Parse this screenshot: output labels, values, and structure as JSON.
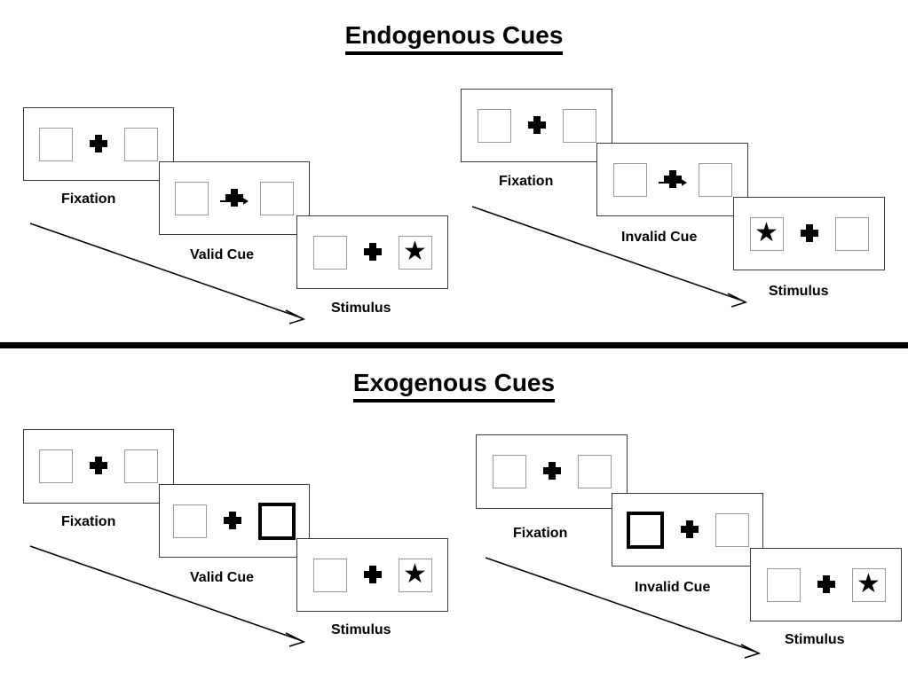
{
  "sections": [
    {
      "id": "endogenous",
      "title": "Endogenous Cues",
      "columns": [
        {
          "id": "endogenous-valid",
          "panels": [
            {
              "stage_label": "Fixation",
              "left_content": "empty",
              "right_content": "empty",
              "cue": "none",
              "cue_box": "none"
            },
            {
              "stage_label": "Valid Cue",
              "left_content": "empty",
              "right_content": "empty",
              "cue": "arrow-right",
              "cue_box": "none"
            },
            {
              "stage_label": "Stimulus",
              "left_content": "empty",
              "right_content": "star",
              "cue": "none",
              "cue_box": "none"
            }
          ]
        },
        {
          "id": "endogenous-invalid",
          "panels": [
            {
              "stage_label": "Fixation",
              "left_content": "empty",
              "right_content": "empty",
              "cue": "none",
              "cue_box": "none"
            },
            {
              "stage_label": "Invalid Cue",
              "left_content": "empty",
              "right_content": "empty",
              "cue": "arrow-right",
              "cue_box": "none"
            },
            {
              "stage_label": "Stimulus",
              "left_content": "star",
              "right_content": "empty",
              "cue": "none",
              "cue_box": "none"
            }
          ]
        }
      ]
    },
    {
      "id": "exogenous",
      "title": "Exogenous Cues",
      "columns": [
        {
          "id": "exogenous-valid",
          "panels": [
            {
              "stage_label": "Fixation",
              "left_content": "empty",
              "right_content": "empty",
              "cue": "none",
              "cue_box": "none"
            },
            {
              "stage_label": "Valid Cue",
              "left_content": "empty",
              "right_content": "empty",
              "cue": "none",
              "cue_box": "right"
            },
            {
              "stage_label": "Stimulus",
              "left_content": "empty",
              "right_content": "star",
              "cue": "none",
              "cue_box": "none"
            }
          ]
        },
        {
          "id": "exogenous-invalid",
          "panels": [
            {
              "stage_label": "Fixation",
              "left_content": "empty",
              "right_content": "empty",
              "cue": "none",
              "cue_box": "none"
            },
            {
              "stage_label": "Invalid Cue",
              "left_content": "empty",
              "right_content": "empty",
              "cue": "none",
              "cue_box": "left"
            },
            {
              "stage_label": "Stimulus",
              "left_content": "empty",
              "right_content": "star",
              "cue": "none",
              "cue_box": "none"
            }
          ]
        }
      ]
    }
  ],
  "glyphs": {
    "star": "★"
  },
  "colors": {
    "ink": "#000000",
    "panel_border": "#3a3a3a",
    "slot_border": "#9a9a9a",
    "background": "#ffffff"
  }
}
